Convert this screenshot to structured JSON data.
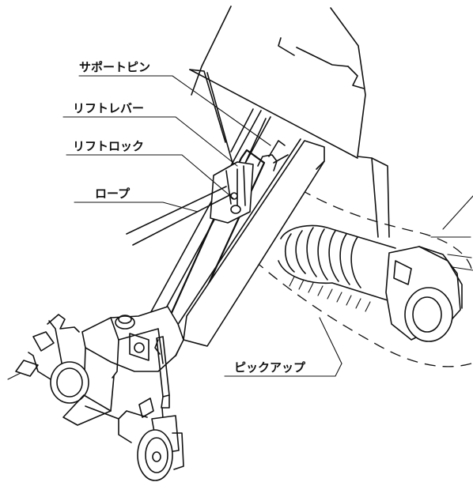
{
  "labels": {
    "support_pin": "サポートピン",
    "lift_lever": "リフトレバー",
    "lift_lock": "リフトロック",
    "rope": "ロープ",
    "pickup": "ピックアップ"
  }
}
